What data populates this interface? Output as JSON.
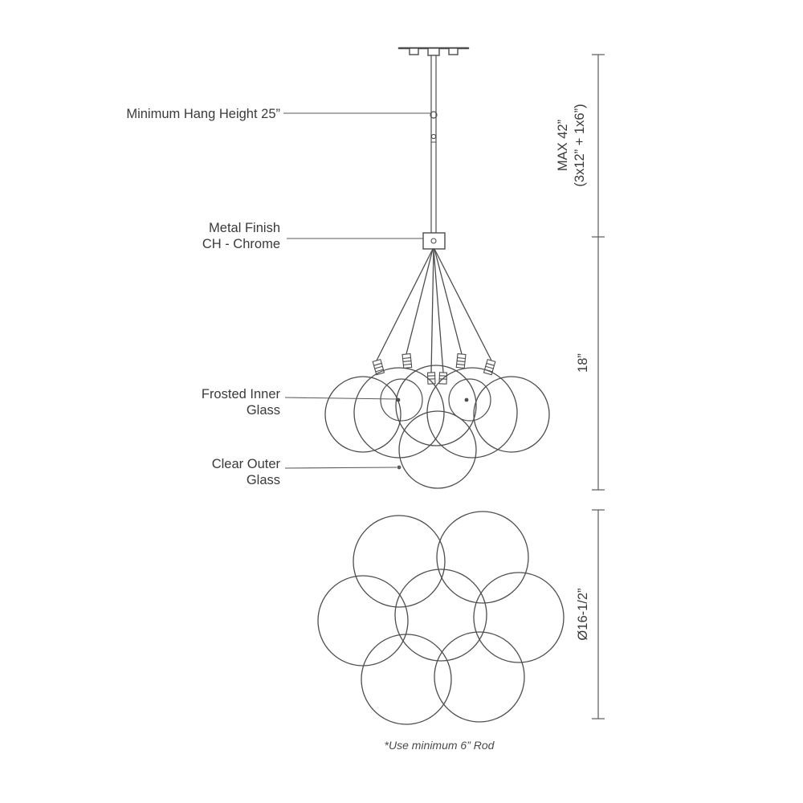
{
  "page": {
    "background": "#ffffff",
    "line_color": "#4d4d4d",
    "annotation_color": "#5a5a5a",
    "text_color": "#3a3a3a"
  },
  "labels": {
    "hang_height": "Minimum Hang Height 25”",
    "metal_finish_line1": "Metal Finish",
    "metal_finish_line2": "CH - Chrome",
    "frosted_line1": "Frosted Inner",
    "frosted_line2": "Glass",
    "clear_line1": "Clear Outer",
    "clear_line2": "Glass"
  },
  "dimensions": {
    "max_height_line1": "MAX 42”",
    "max_height_line2": "(3x12” + 1x6”)",
    "cluster_height": "18”",
    "bottom_diameter": "Ø16-1/2”"
  },
  "footnote": "*Use minimum 6” Rod"
}
